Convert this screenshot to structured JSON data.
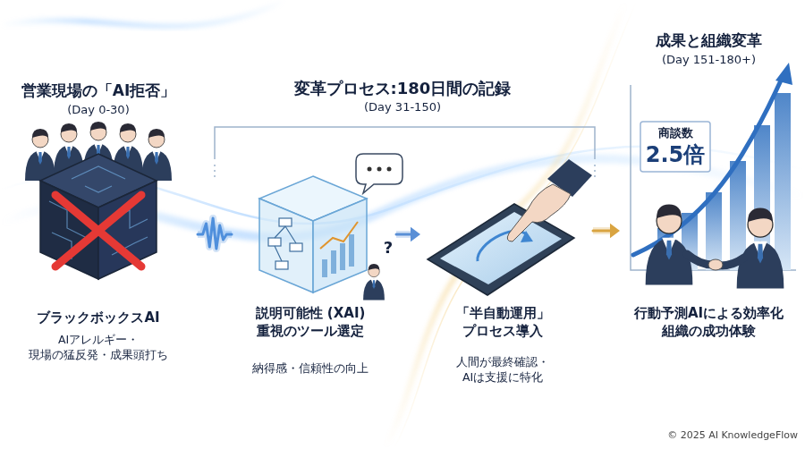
{
  "diagram": {
    "nodes": [
      {
        "text": [
          "営業現場の「AI拒否」",
          "(Day 0-30)",
          "ブラックボックスAI",
          "AIアレルギー・ 現場の猛反発・成果頭打ち"
        ]
      },
      {
        "text": [
          "説明可能性 (XAI) 重視のツール選定",
          "納得感・信頼性の向上"
        ]
      },
      {
        "text": [
          "「半自動運用」 プロセス導入",
          "人間が最終確認・ AIは支援に特化"
        ]
      },
      {
        "text": [
          "成果と組織変革",
          "(Day 151-180+)",
          "行動予測AIによる効率化 組織の成功体験"
        ]
      }
    ],
    "edges": [
      {
        "from": 0,
        "to": 1,
        "arrow": "none"
      },
      {
        "from": 1,
        "to": 2,
        "arrow": "to"
      },
      {
        "from": 2,
        "to": 3,
        "arrow": "to"
      }
    ],
    "labels": [
      "変革プロセス:180日間の記録",
      "(Day 31-150)",
      "商談数",
      "2.5倍",
      "?",
      "© 2025 AI KnowledgeFlow"
    ]
  }
}
